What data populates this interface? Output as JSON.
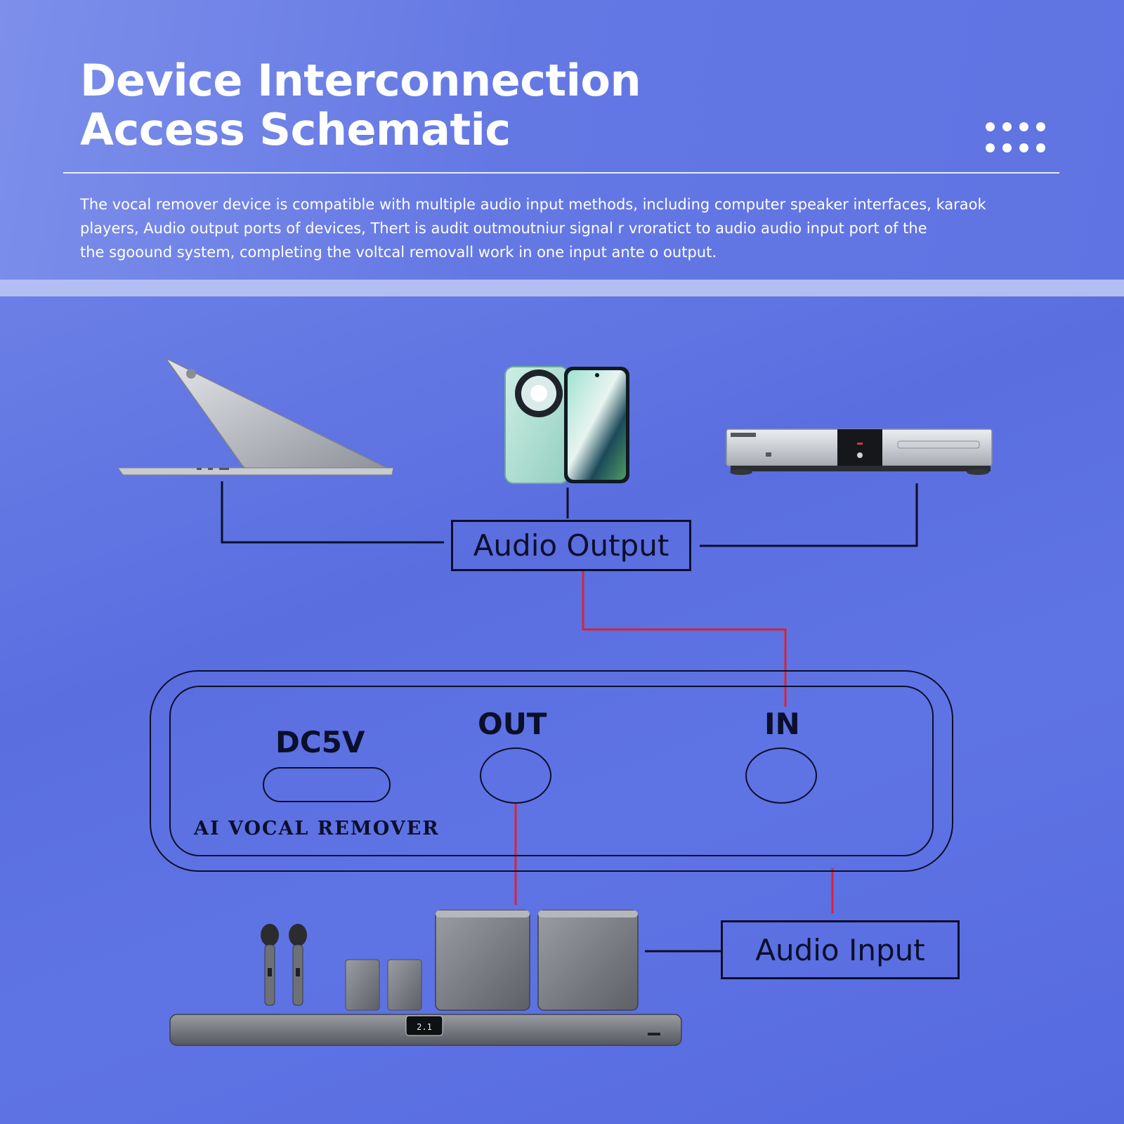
{
  "header": {
    "title_line1": "Device Interconnection",
    "title_line2": "Access Schematic",
    "description_line1": "The vocal remover device is compatible with multiple audio input methods, including computer speaker interfaces, karaok",
    "description_line2": "players, Audio output ports of devices, Thert is audit outmoutniur signal r vroratict to audio audio input port of the",
    "description_line3": "the sgoound system, completing the voltcal removall work in one input ante o output."
  },
  "diagram": {
    "audio_output_label": "Audio Output",
    "audio_input_label": "Audio Input",
    "port_dc": "DC5V",
    "port_out": "OUT",
    "port_in": "IN",
    "device_brand": "AI VOCAL REMOVER",
    "soundbar_display": "2.1"
  },
  "icons": [
    "laptop-icon",
    "smartphone-icon",
    "media-player-icon",
    "microphone-icon",
    "speaker-icon",
    "subwoofer-icon",
    "soundbar-icon"
  ],
  "colors": {
    "background": "#5a6fe0",
    "header_text": "#ffffff",
    "line_black": "#0b0f2a",
    "line_red": "#d6243a"
  }
}
